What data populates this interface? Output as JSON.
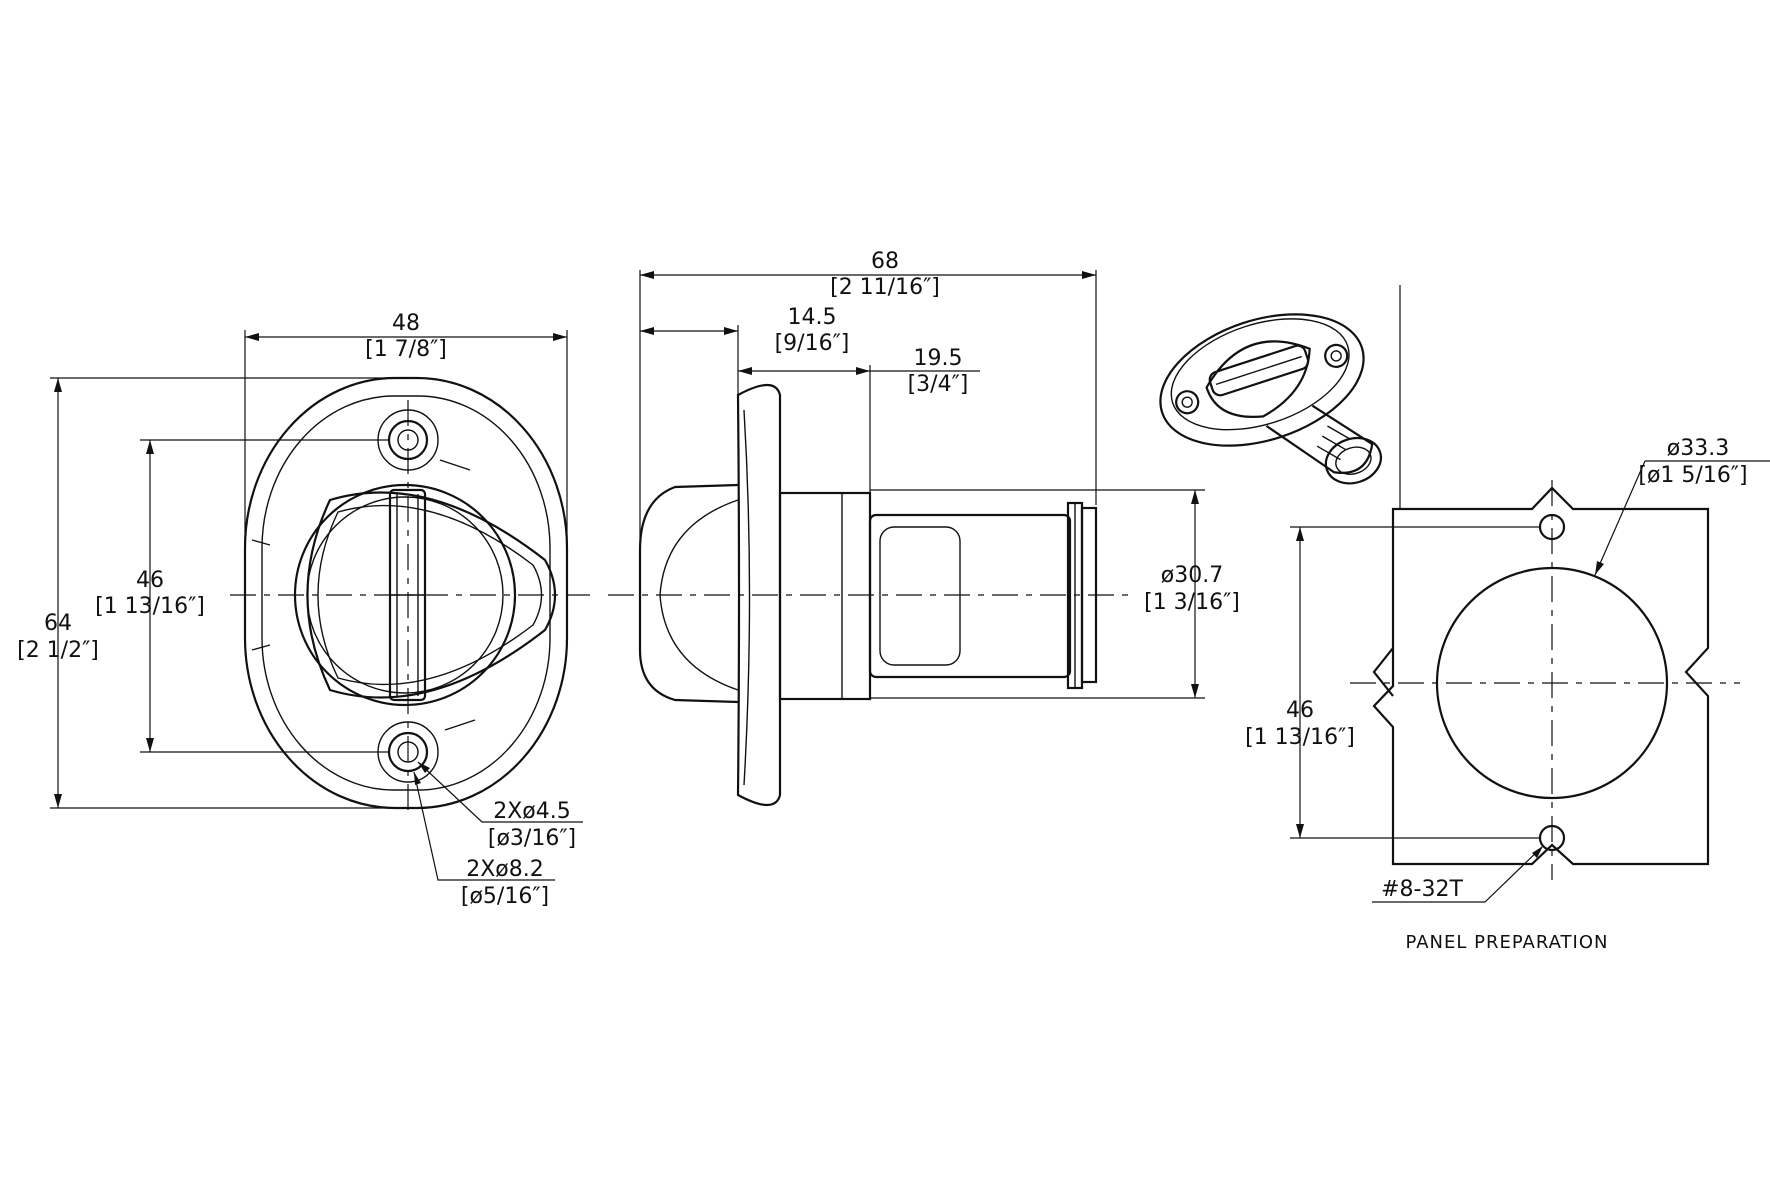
{
  "front_view": {
    "width_mm": "48",
    "width_in": "[1 7/8″]",
    "height_mm": "64",
    "height_in": "[2 1/2″]",
    "hole_spacing_mm": "46",
    "hole_spacing_in": "[1 13/16″]",
    "hole_dia_mm": "2Xø4.5",
    "hole_dia_in": "[ø3/16″]",
    "cbore_dia_mm": "2Xø8.2",
    "cbore_dia_in": "[ø5/16″]"
  },
  "side_view": {
    "length_mm": "68",
    "length_in": "[2 11/16″]",
    "flange_mm": "14.5",
    "flange_in": "[9/16″]",
    "body_mm": "19.5",
    "body_in": "[3/4″]",
    "tube_dia_mm": "ø30.7",
    "tube_dia_in": "[1 3/16″]"
  },
  "panel": {
    "cutout_dia_mm": "ø33.3",
    "cutout_dia_in": "[ø1 5/16″]",
    "spacing_mm": "46",
    "spacing_in": "[1 13/16″]",
    "thread": "#8-32T",
    "caption": "PANEL PREPARATION"
  }
}
